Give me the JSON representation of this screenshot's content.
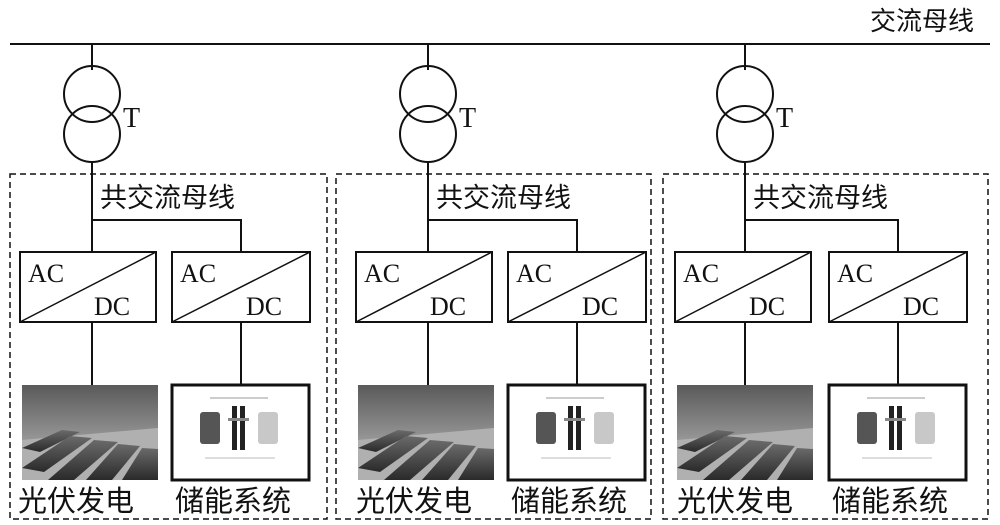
{
  "main_bus": {
    "label": "交流母线"
  },
  "units": [
    {
      "transformer_label": "T",
      "common_bus_label": "共交流母线",
      "pv_converter": {
        "top": "AC",
        "bottom": "DC"
      },
      "storage_converter": {
        "top": "AC",
        "bottom": "DC"
      },
      "pv_label": "光伏发电",
      "storage_label": "储能系统"
    },
    {
      "transformer_label": "T",
      "common_bus_label": "共交流母线",
      "pv_converter": {
        "top": "AC",
        "bottom": "DC"
      },
      "storage_converter": {
        "top": "AC",
        "bottom": "DC"
      },
      "pv_label": "光伏发电",
      "storage_label": "储能系统"
    },
    {
      "transformer_label": "T",
      "common_bus_label": "共交流母线",
      "pv_converter": {
        "top": "AC",
        "bottom": "DC"
      },
      "storage_converter": {
        "top": "AC",
        "bottom": "DC"
      },
      "pv_label": "光伏发电",
      "storage_label": "储能系统"
    }
  ]
}
